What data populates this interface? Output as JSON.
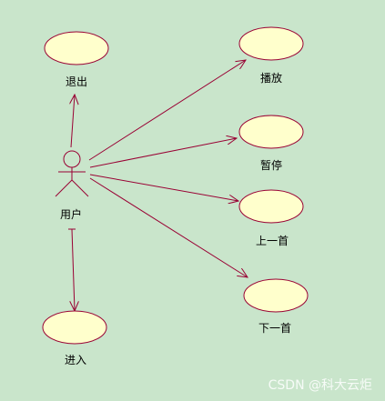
{
  "diagram": {
    "actor": {
      "label": "用户"
    },
    "use_cases": [
      {
        "id": "exit",
        "label": "退出"
      },
      {
        "id": "play",
        "label": "播放"
      },
      {
        "id": "pause",
        "label": "暂停"
      },
      {
        "id": "prev",
        "label": "上一首"
      },
      {
        "id": "next",
        "label": "下一首"
      },
      {
        "id": "enter",
        "label": "进入"
      }
    ]
  },
  "watermark": "CSDN @科大云炬",
  "colors": {
    "background": "#c9e5cb",
    "ellipse_fill": "#ffffcc",
    "ellipse_stroke": "#990033",
    "line": "#990033"
  }
}
